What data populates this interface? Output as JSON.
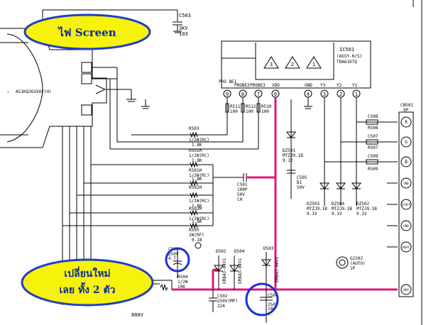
{
  "callouts": {
    "screen": "ไฟ Screen",
    "replace_line1": "เปลี่ยนใหม่",
    "replace_line2": "เลย ทั้ง 2 ตัว"
  },
  "crt": {
    "label": "A51KQJ63X02(H)"
  },
  "c503": {
    "ref": "C503",
    "v": "3KV",
    "val": "103"
  },
  "ic": {
    "ref": "IC501",
    "sub": "(ASSY-H/S)",
    "part": "TDA6107Q",
    "pins": [
      {
        "num": "9",
        "name": "PRO BE1"
      },
      {
        "num": "8",
        "name": "PROBE2"
      },
      {
        "num": "7",
        "name": "PROBE3"
      },
      {
        "num": "6",
        "name": "VDD"
      },
      {
        "num": "4",
        "name": "GND"
      },
      {
        "num": "3",
        "name": "Y3"
      },
      {
        "num": "2",
        "name": "Y2"
      },
      {
        "num": "1",
        "name": "Y1"
      }
    ],
    "amps": [
      "3",
      "2",
      "1"
    ]
  },
  "probe_res": [
    {
      "ref": "R511",
      "val": "100"
    },
    {
      "ref": "R512",
      "val": "100"
    },
    {
      "ref": "R510",
      "val": "100"
    }
  ],
  "left_res": [
    {
      "ref": "R503",
      "l1": "1/2W(RC)",
      "l2": "1.8K"
    },
    {
      "ref": "R501M",
      "l1": "1/2W(RC)",
      "l2": "1.8K"
    },
    {
      "ref": "R501H",
      "l1": "1/2W(RC)",
      "l2": "1.8K"
    },
    {
      "ref": "R502H",
      "l1": "1/2W(RC)",
      "l2": "1.8K"
    },
    {
      "ref": "R502M",
      "l1": "1/2W(RC)",
      "l2": "1.8K"
    },
    {
      "ref": "R505",
      "l1": "2W(RF)",
      "l2": "0.18"
    }
  ],
  "c501": {
    "ref": "C501",
    "l1": "100P",
    "l2": "50V",
    "l3": "CH"
  },
  "c505": {
    "ref": "C505",
    "l1": "B1",
    "l2": "50V"
  },
  "dz501": {
    "ref": "DZ501",
    "l1": "MTZJ9.1B",
    "l2": "9.1V"
  },
  "dz_right": [
    {
      "ref": "DZ503",
      "l1": "MTZJ9.1B",
      "l2": "9.1V"
    },
    {
      "ref": "DZ504",
      "l1": "MTZJ9.1B",
      "l2": "9.1V"
    },
    {
      "ref": "DZ502",
      "l1": "MTZJ9.1B",
      "l2": "9.1V"
    }
  ],
  "right_parts": [
    "C508",
    "R508",
    "C507",
    "R507",
    "C509",
    "R509"
  ],
  "c504": {
    "ref": "C504",
    "l1": "250V",
    "l2": "4.7"
  },
  "r504": {
    "ref": "R504",
    "l1": "1/2W",
    "l2": "10K"
  },
  "c502": {
    "ref": "C502",
    "l1": "250V(MP)",
    "l2": "224"
  },
  "c506": {
    "ref": "C506",
    "l1": "250V",
    "l2": "10U"
  },
  "diodes": [
    {
      "ref": "D502",
      "l1": "ERB43-04V1"
    },
    {
      "ref": "D504",
      "l1": "ERB43-04V1"
    },
    {
      "ref": "D503",
      "l1": "ERB43-04V1"
    }
  ],
  "g1502": {
    "ref": "G1502",
    "l1": "(AUTO)",
    "l2": "1P"
  },
  "bottom_left": "800V",
  "connector": {
    "ref": "CN501",
    "sub": "9P",
    "pins": [
      "R",
      "G",
      "B",
      "GND",
      "G/OFF",
      "GND",
      "HEAT",
      "B0V"
    ]
  },
  "colors": {
    "callout_fill": "#f7f20a",
    "callout_border": "#1d3fc4",
    "callout_text": "#0a2a9a",
    "highlight_wire": "#e0187a",
    "highlight_circle": "#1d2fd6"
  }
}
